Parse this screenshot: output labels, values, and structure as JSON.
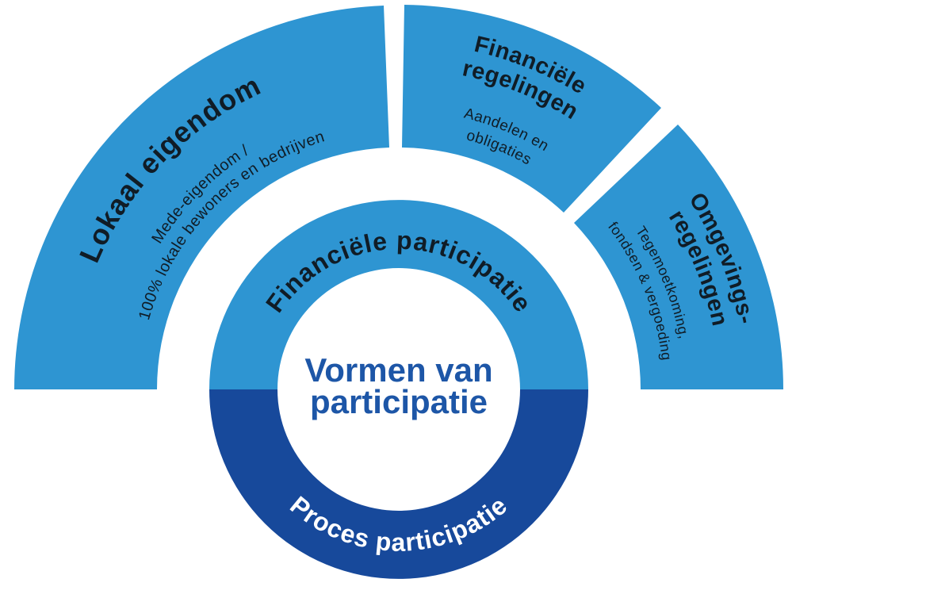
{
  "diagram": {
    "center": {
      "title_line1": "Vormen van",
      "title_line2": "participatie"
    },
    "inner_ring": {
      "top_label": "Financiële participatie",
      "bottom_label": "Proces participatie"
    },
    "outer_segments": [
      {
        "title": "Lokaal eigendom",
        "subtitle_line1": "Mede-eigendom /",
        "subtitle_line2": "100% lokale bewoners en bedrijven"
      },
      {
        "title_line1": "Financiële",
        "title_line2": "regelingen",
        "subtitle_line1": "Aandelen en",
        "subtitle_line2": "obligaties"
      },
      {
        "title_line1": "Omgevings-",
        "title_line2": "regelingen",
        "subtitle_line1": "Tegemoetkoming,",
        "subtitle_line2": "fondsen & vergoeding"
      }
    ],
    "colors": {
      "segment_fill": "#2E95D2",
      "process_fill": "#17499B",
      "label_color": "#101C26",
      "center_text_color": "#1D56A7",
      "process_text_color": "#FFFFFF"
    }
  }
}
